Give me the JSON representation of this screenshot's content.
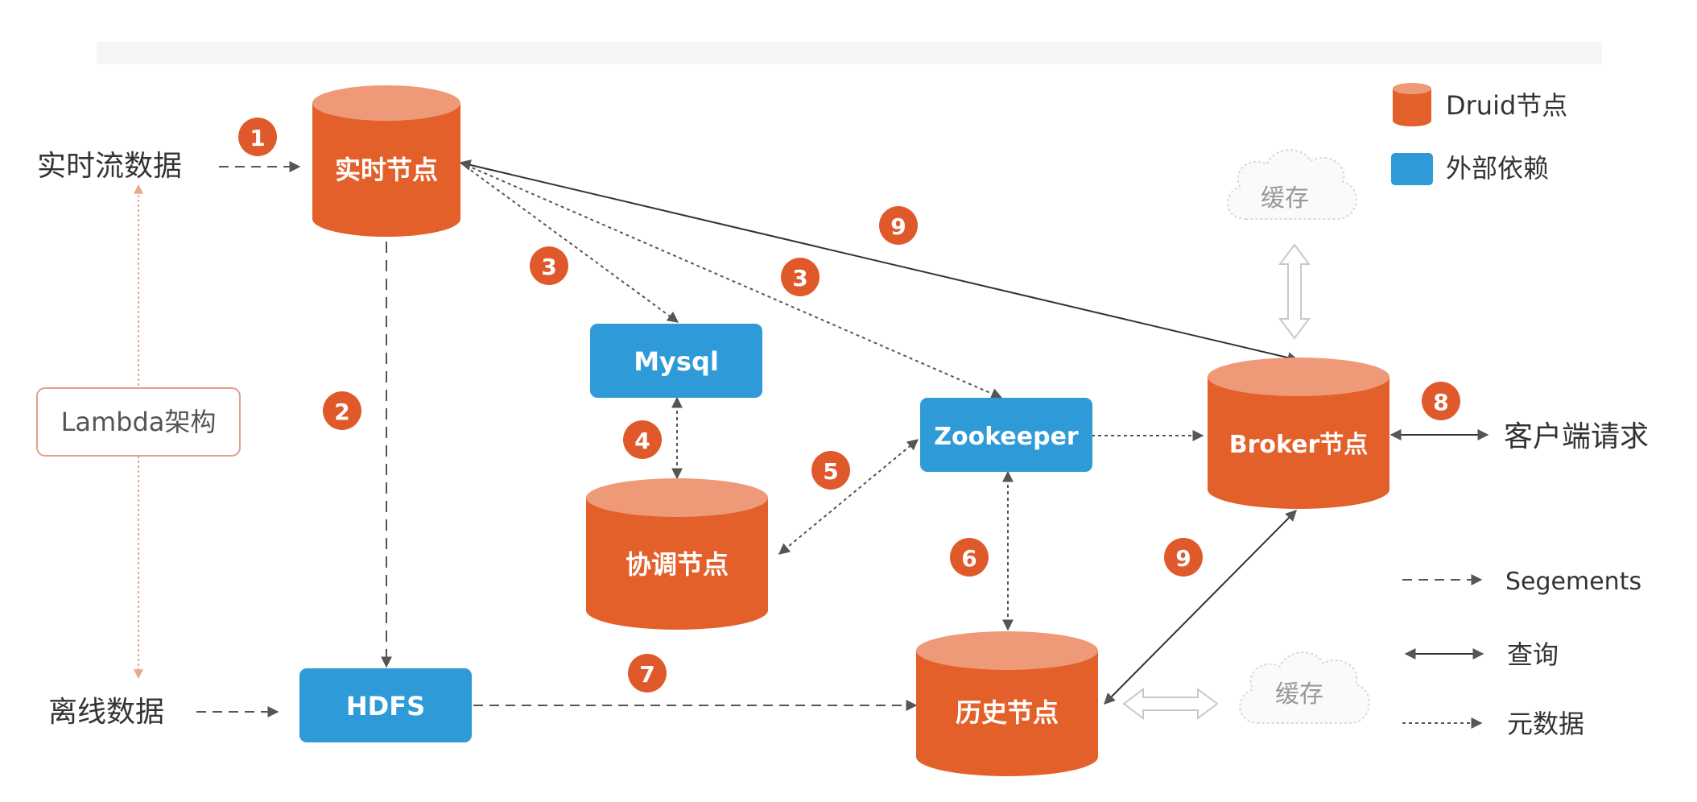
{
  "colors": {
    "druid": "#e4602a",
    "druid_top": "#ee9a78",
    "external": "#2f9ad8",
    "badge": "#e0592a",
    "arrow": "#555555",
    "lambda_border": "#e0a08a"
  },
  "legend": {
    "druid": "Druid节点",
    "external": "外部依赖",
    "segments": "Segements",
    "query": "查询",
    "metadata": "元数据"
  },
  "sources": {
    "realtime": "实时流数据",
    "offline": "离线数据"
  },
  "lambda": "Lambda架构",
  "nodes": {
    "realtime": "实时节点",
    "coordinator": "协调节点",
    "broker": "Broker节点",
    "historical": "历史节点",
    "mysql": "Mysql",
    "zookeeper": "Zookeeper",
    "hdfs": "HDFS"
  },
  "cache": {
    "broker": "缓存",
    "historical": "缓存"
  },
  "client": "客户端请求",
  "steps": {
    "s1": "1",
    "s2": "2",
    "s3a": "3",
    "s3b": "3",
    "s4": "4",
    "s5": "5",
    "s6": "6",
    "s7": "7",
    "s8": "8",
    "s9a": "9",
    "s9b": "9"
  }
}
